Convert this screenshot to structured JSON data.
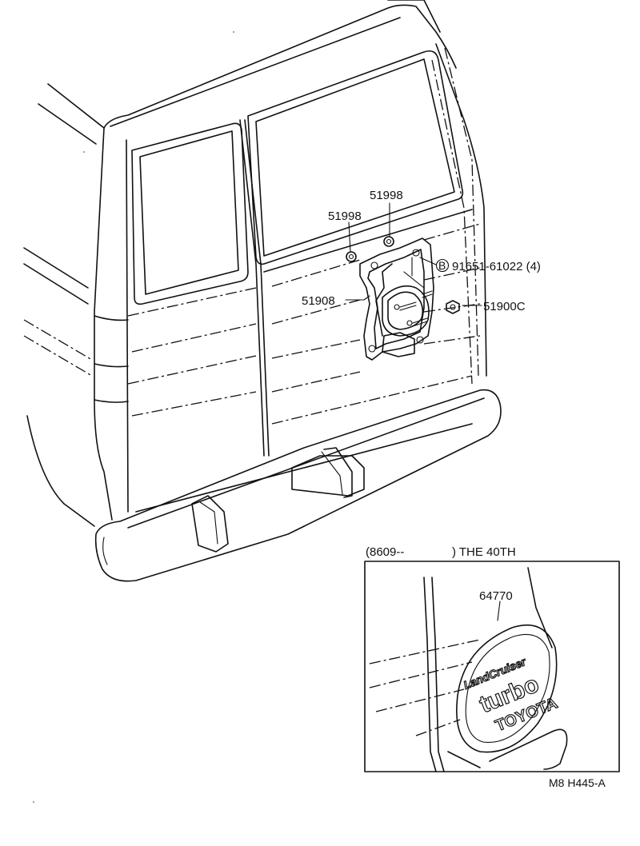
{
  "parts": {
    "clip_upper": "51998",
    "clip_left": "51998",
    "bolt": "91651-61022 (4)",
    "bolt_marker": "B",
    "bracket": "51908",
    "nut": "51900C",
    "cover": "64770"
  },
  "inset": {
    "range": "(8609--",
    "edition": ") THE 40TH"
  },
  "cover_emblem": {
    "model": "LandCruiser",
    "badge": "turbo",
    "brand": "TOYOTA"
  },
  "footer": {
    "code": "M8  H445-A"
  }
}
